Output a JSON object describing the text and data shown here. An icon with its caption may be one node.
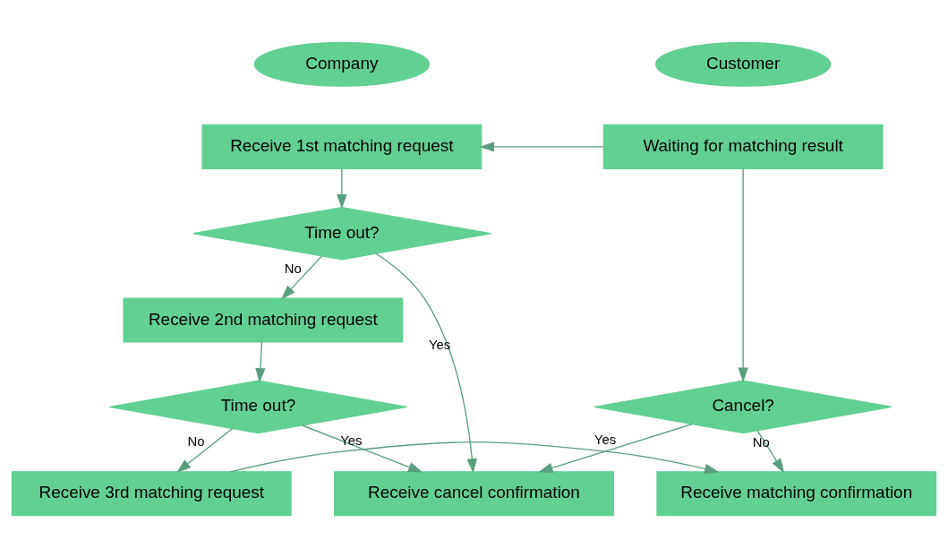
{
  "diagram": {
    "nodes": [
      {
        "text": [
          "Customer"
        ]
      },
      {
        "text": [
          "Company"
        ]
      },
      {
        "text": [
          "Waiting for matching result"
        ]
      },
      {
        "text": [
          "Cancel?"
        ]
      },
      {
        "text": [
          "Receive matching confirmation"
        ]
      },
      {
        "text": [
          "Receive cancel confirmation"
        ]
      },
      {
        "text": [
          "Receive 1st matching request"
        ]
      },
      {
        "text": [
          "Time out?"
        ]
      },
      {
        "text": [
          "Receive 2nd matching request"
        ]
      },
      {
        "text": [
          "Time out?"
        ]
      },
      {
        "text": [
          "Receive 3rd matching request"
        ]
      }
    ],
    "edges": [
      {
        "from": 2,
        "to": 6,
        "arrow": "to"
      },
      {
        "from": 2,
        "to": 3,
        "arrow": "to"
      },
      {
        "from": 3,
        "to": 5,
        "arrow": "to",
        "label": "Yes"
      },
      {
        "from": 3,
        "to": 4,
        "arrow": "to",
        "label": "No"
      },
      {
        "from": 6,
        "to": 7,
        "arrow": "to"
      },
      {
        "from": 7,
        "to": 8,
        "arrow": "to",
        "label": "No"
      },
      {
        "from": 7,
        "to": 5,
        "arrow": "to",
        "label": "Yes"
      },
      {
        "from": 8,
        "to": 9,
        "arrow": "to"
      },
      {
        "from": 9,
        "to": 10,
        "arrow": "to",
        "label": "No"
      },
      {
        "from": 9,
        "to": 5,
        "arrow": "to",
        "label": "Yes"
      },
      {
        "from": 10,
        "to": 4,
        "arrow": "to"
      }
    ]
  }
}
